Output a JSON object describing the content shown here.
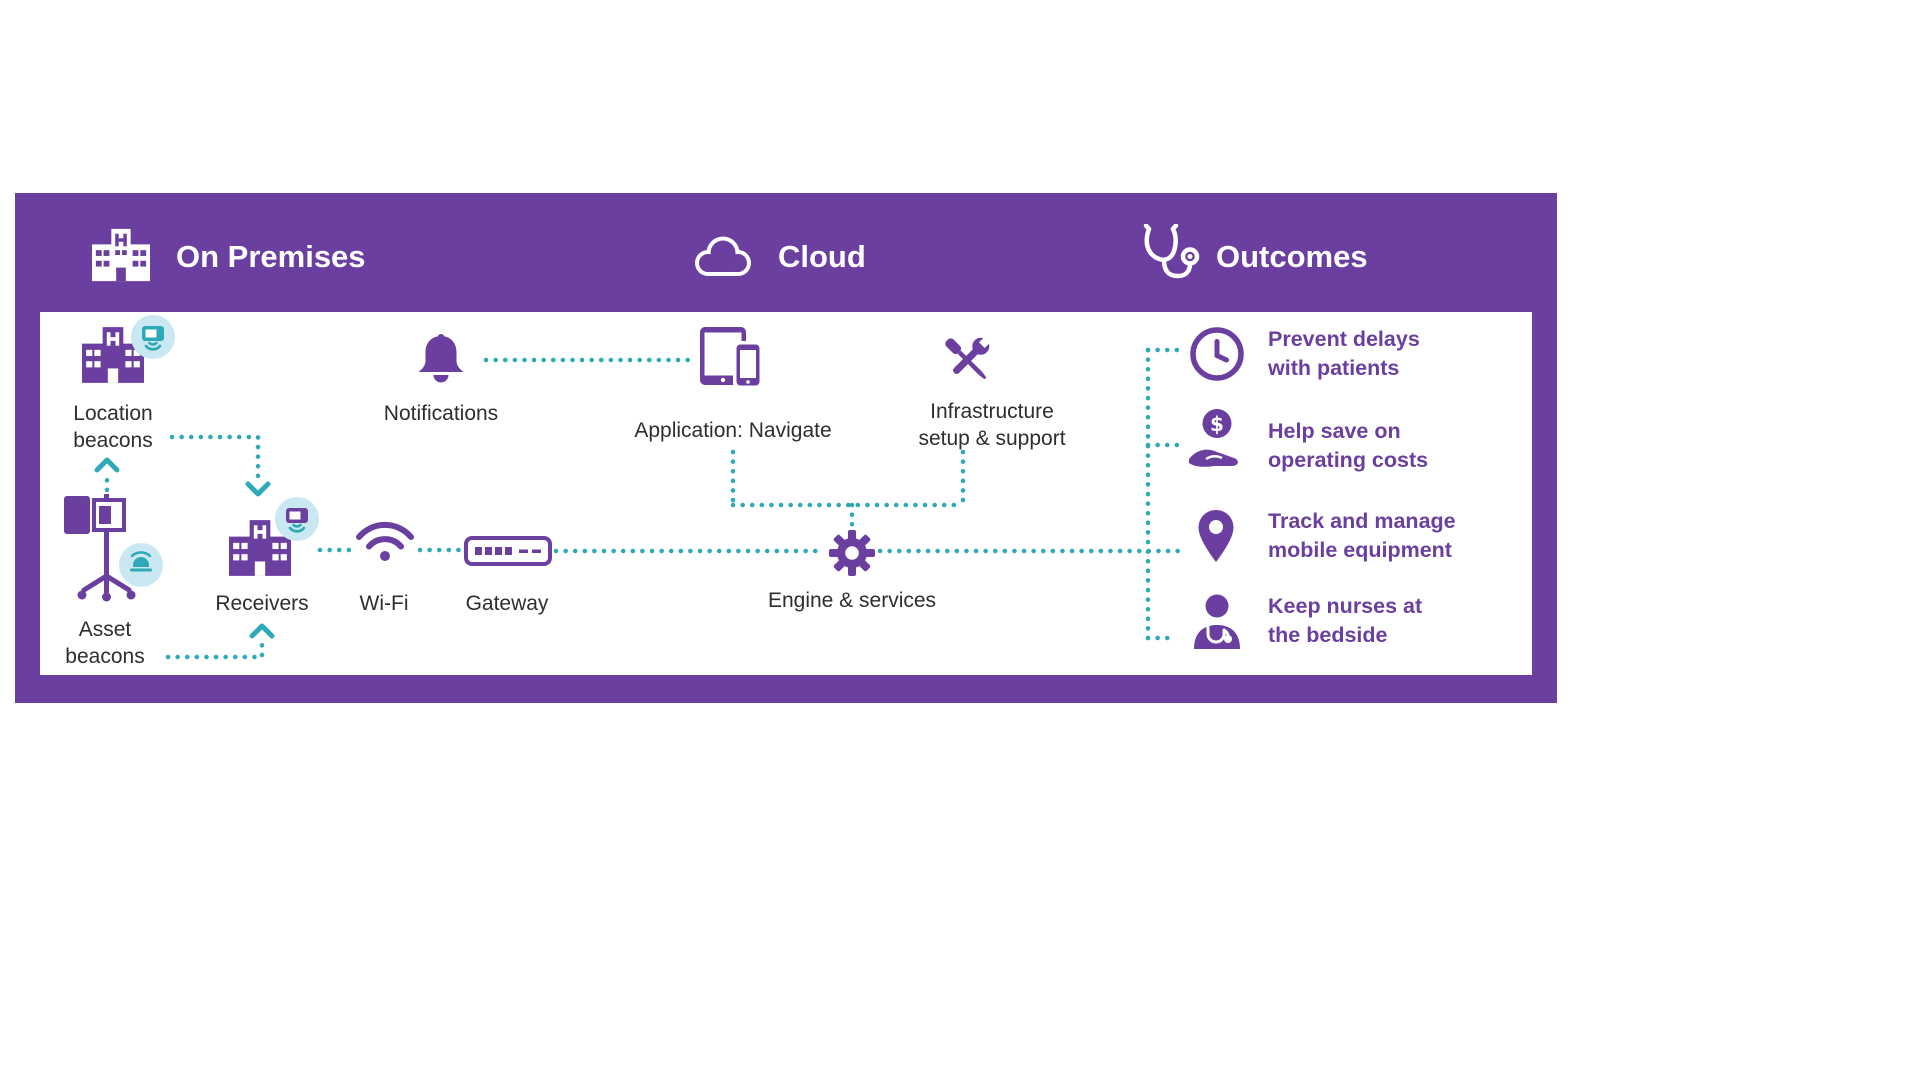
{
  "colors": {
    "purple": "#6B3FA0",
    "teal": "#2EA9B8",
    "badge_blue": "#C9E8F2",
    "label_dark": "#2E2E2E"
  },
  "header": {
    "sections": [
      {
        "id": "on-premises",
        "label": "On Premises"
      },
      {
        "id": "cloud",
        "label": "Cloud"
      },
      {
        "id": "outcomes",
        "label": "Outcomes"
      }
    ]
  },
  "nodes": {
    "location_beacons": {
      "label": "Location\nbeacons"
    },
    "asset_beacons": {
      "label": "Asset\nbeacons"
    },
    "receivers": {
      "label": "Receivers"
    },
    "wifi": {
      "label": "Wi-Fi"
    },
    "gateway": {
      "label": "Gateway"
    },
    "notifications": {
      "label": "Notifications"
    },
    "application": {
      "label": "Application: Navigate"
    },
    "infrastructure": {
      "label": "Infrastructure\nsetup & support"
    },
    "engine": {
      "label": "Engine & services"
    }
  },
  "outcomes": {
    "items": [
      {
        "icon": "clock-icon",
        "label": "Prevent delays\nwith patients"
      },
      {
        "icon": "savings-icon",
        "label": "Help save on\noperating costs"
      },
      {
        "icon": "location-pin-icon",
        "label": "Track and manage\nmobile equipment"
      },
      {
        "icon": "nurse-icon",
        "label": "Keep nurses at\nthe bedside"
      }
    ]
  }
}
